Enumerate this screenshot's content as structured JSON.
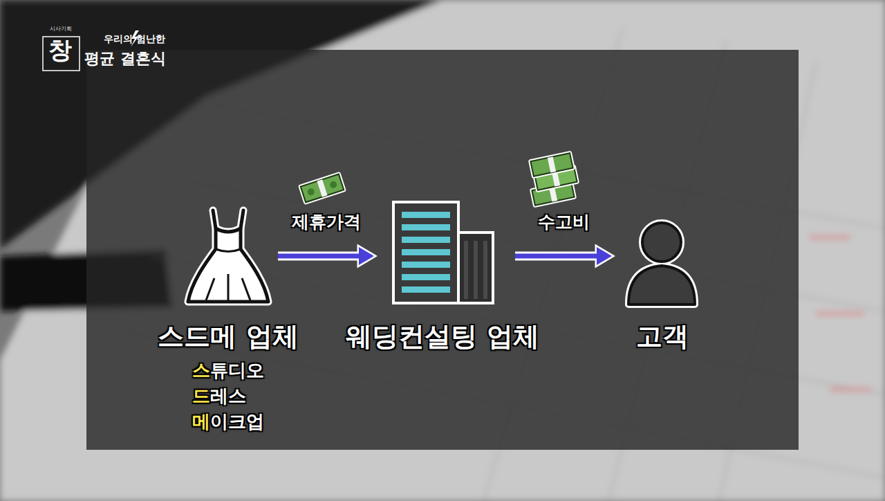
{
  "diagram": {
    "nodes": [
      {
        "text": [
          "스드메 업체",
          "스튜디오",
          "드레스",
          "메이크업"
        ]
      },
      {
        "text": [
          "웨딩컨설팅 업체"
        ]
      },
      {
        "text": [
          "고객"
        ]
      }
    ],
    "edges": [
      {
        "from": 0,
        "to": 1,
        "arrow": "to",
        "label": "제휴가격"
      },
      {
        "from": 1,
        "to": 2,
        "arrow": "to",
        "label": "수고비"
      }
    ],
    "labels": [
      "시사기획",
      "창",
      "우리의 험난한",
      "평균 결혼식"
    ]
  }
}
